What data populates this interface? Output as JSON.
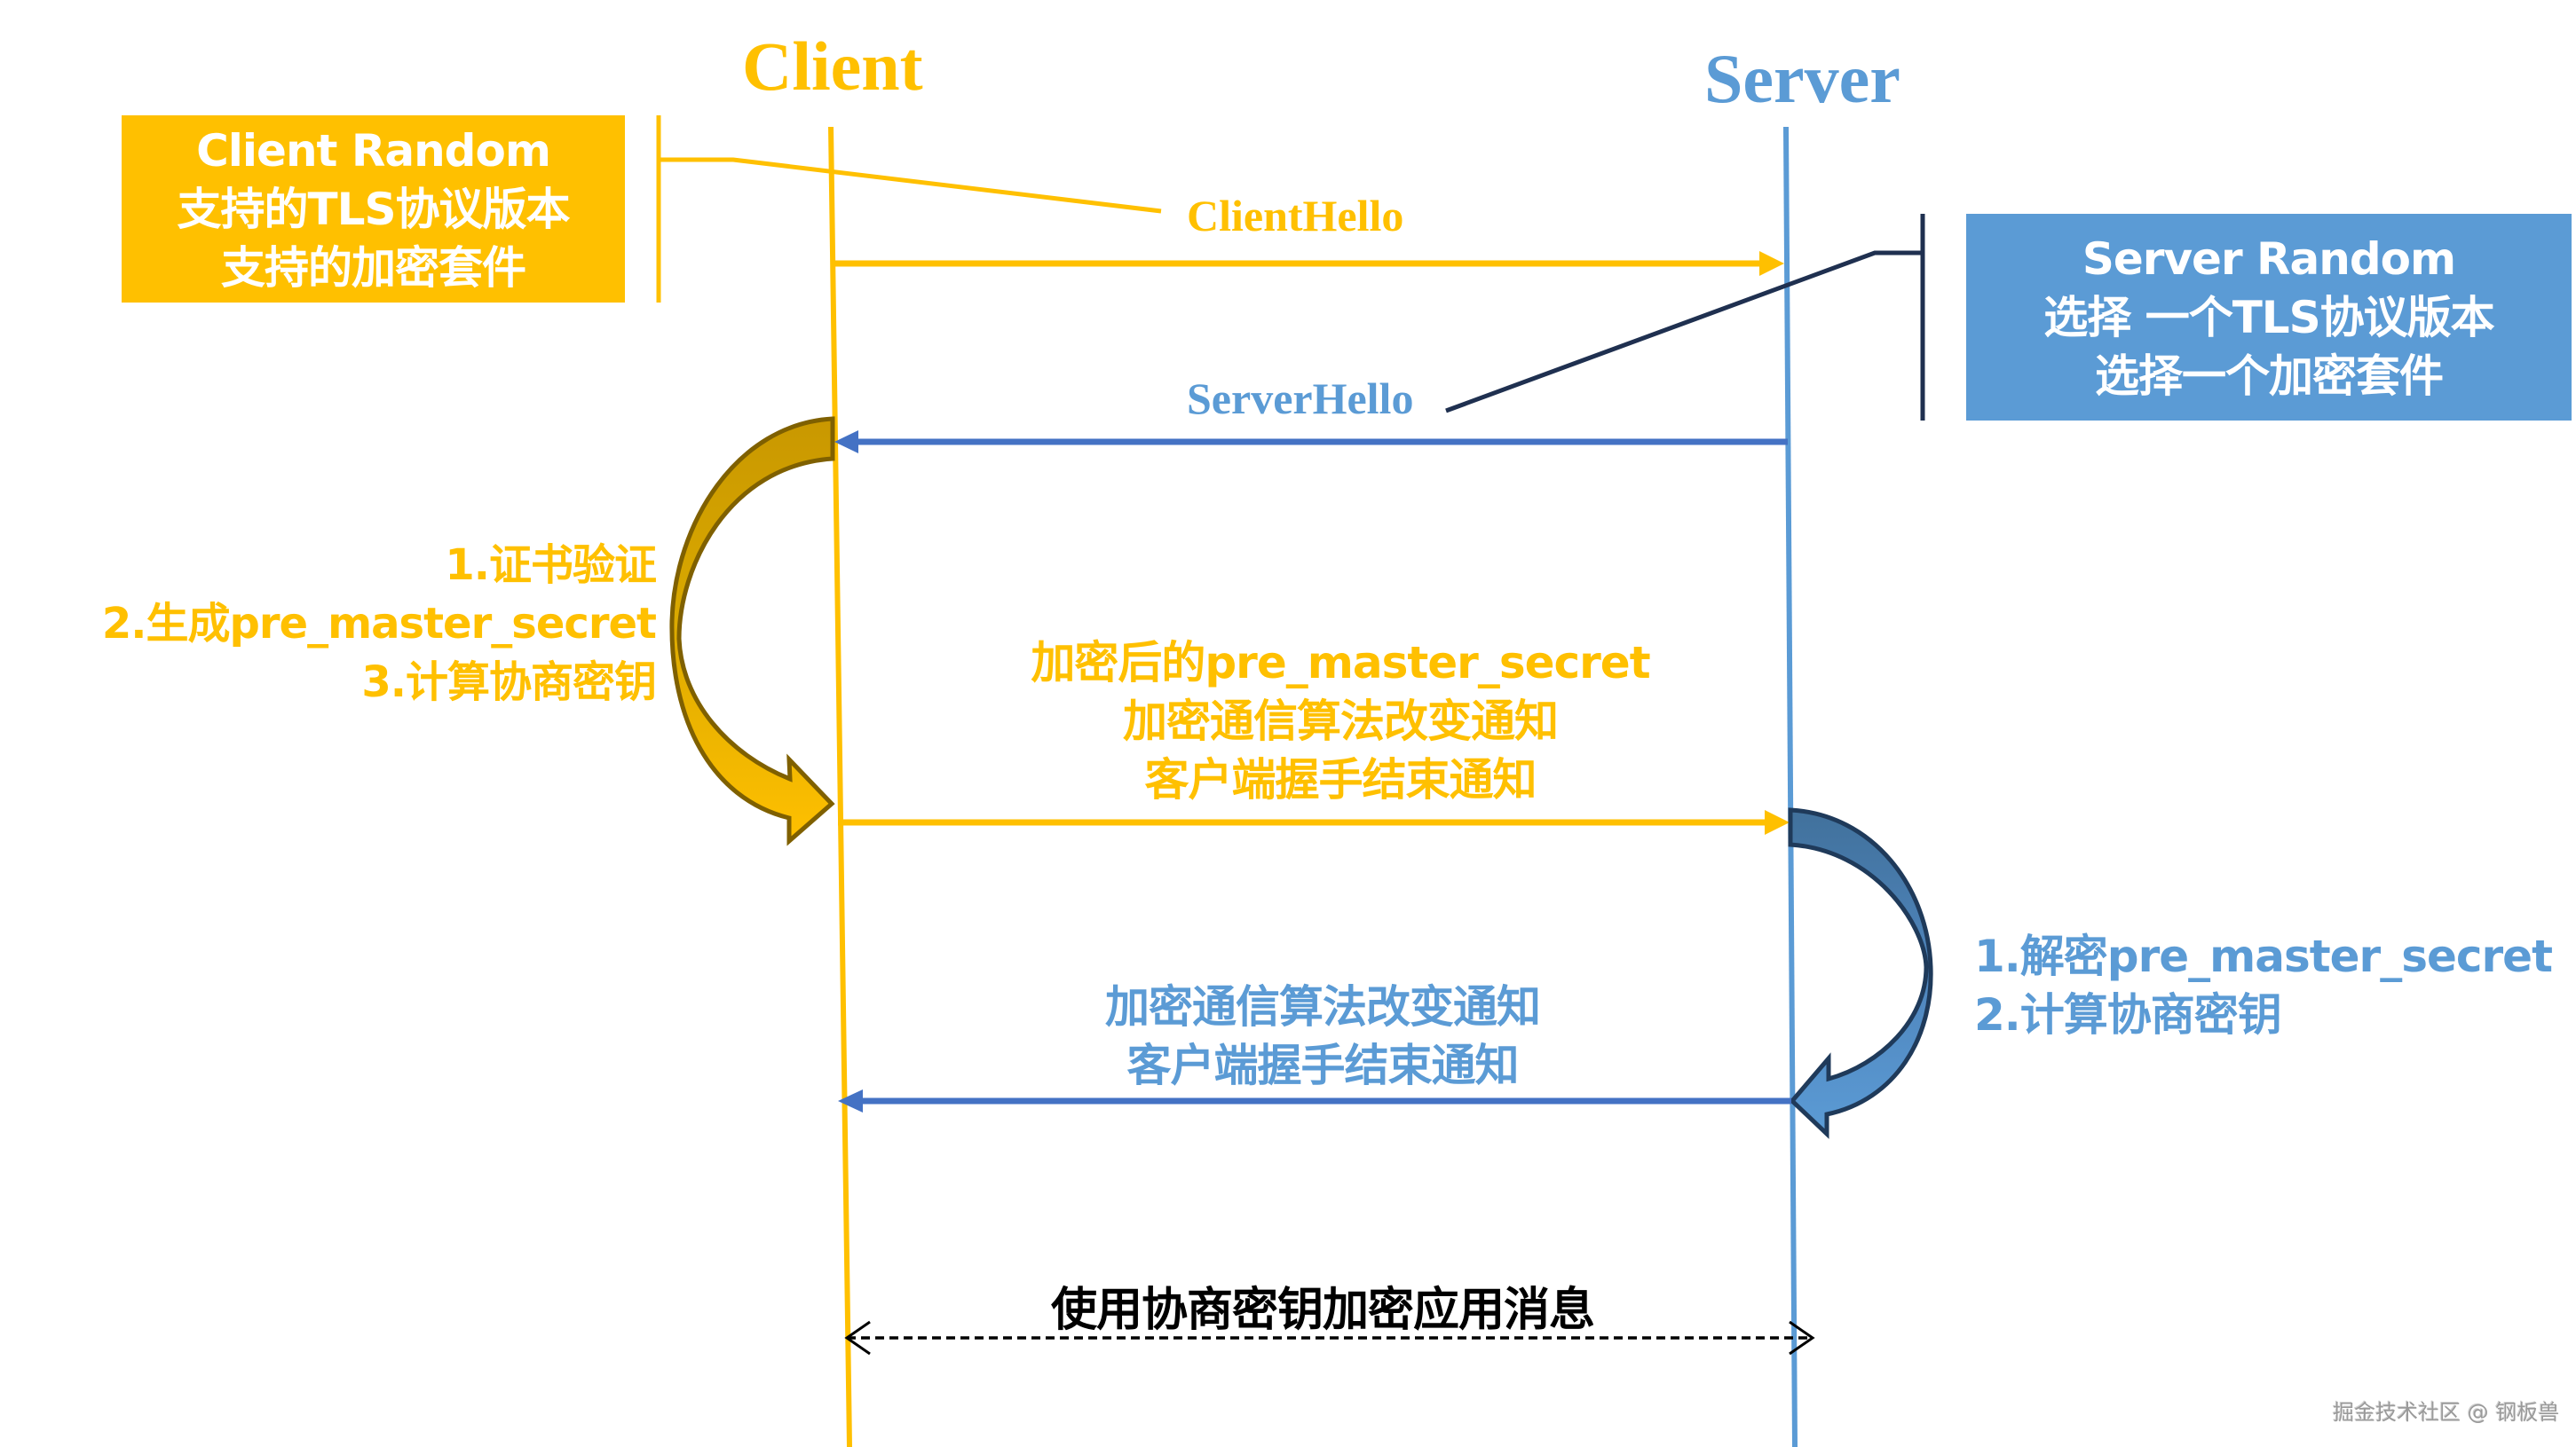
{
  "colors": {
    "client": "#FFC000",
    "server": "#5B9BD5",
    "server_arrow": "#4472C4",
    "callout_line_server": "#1F3050",
    "client_curve_top": "#C99800",
    "client_curve_bottom": "#FFC000",
    "client_curve_outline": "#7F6000",
    "server_curve_top": "#41719C",
    "server_curve_bottom": "#5B9BD5",
    "server_curve_outline": "#1F3A5A",
    "app_msg": "#000000",
    "watermark": "#9A9A9A"
  },
  "participants": {
    "client": "Client",
    "server": "Server"
  },
  "client_box": {
    "lines": [
      "Client Random",
      "支持的TLS协议版本",
      "支持的加密套件"
    ]
  },
  "server_box": {
    "lines": [
      "Server Random",
      "选择 一个TLS协议版本",
      "选择一个加密套件"
    ]
  },
  "messages": {
    "client_hello": "ClientHello",
    "server_hello": "ServerHello",
    "encrypted_pre_master": [
      "加密后的pre_master_secret",
      "加密通信算法改变通知",
      "客户端握手结束通知"
    ],
    "server_finished": [
      "加密通信算法改变通知",
      "客户端握手结束通知"
    ],
    "application": "使用协商密钥加密应用消息"
  },
  "client_steps": [
    "1.证书验证",
    "2.生成pre_master_secret",
    "3.计算协商密钥"
  ],
  "server_steps": [
    "1.解密pre_master_secret",
    "2.计算协商密钥"
  ],
  "watermark": "掘金技术社区 @ 钢板兽"
}
